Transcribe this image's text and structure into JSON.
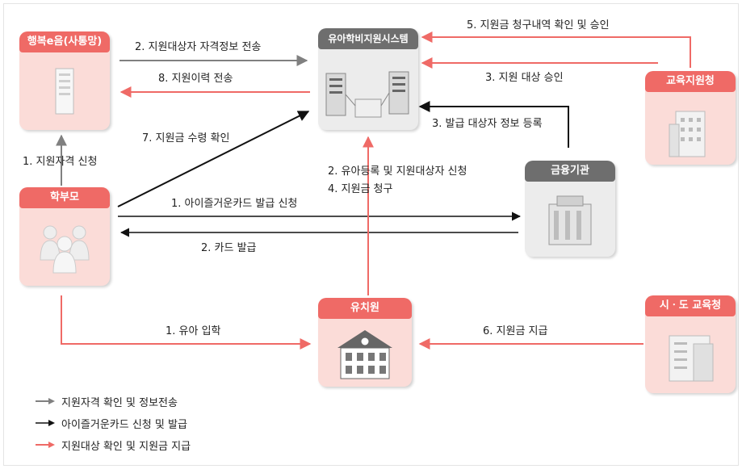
{
  "nodes": {
    "happy_eeum": "행복e음(사통망)",
    "system": "유아학비지원시스템",
    "edu_office": "교육지원청",
    "parent": "학부모",
    "bank": "금융기관",
    "kindergarten": "유치원",
    "city_edu": "시ㆍ도 교육청"
  },
  "flows": {
    "f_eligibility_send": "2. 지원대상자 자격정보 전송",
    "f_history_send": "8. 지원이력 전송",
    "f_claim_approve": "5. 지원금 청구내역 확인 및 승인",
    "f_target_approve": "3. 지원 대상 승인",
    "f_issuer_register": "3. 발급 대상자 정보 등록",
    "f_receipt_confirm": "7. 지원금 수령 확인",
    "f_apply_eligibility": "1. 지원자격 신청",
    "f_enroll_apply": "2. 유아등록 및 지원대상자 신청",
    "f_claim": "4. 지원금 청구",
    "f_card_apply": "1. 아이즐거운카드 발급 신청",
    "f_card_issue": "2. 카드 발급",
    "f_admission": "1. 유아 입학",
    "f_payment": "6. 지원금 지급"
  },
  "legend": [
    {
      "label": "지원자격 확인 및 정보전송",
      "color": "#808080"
    },
    {
      "label": "아이즐거운카드 신청 및 발급",
      "color": "#111111"
    },
    {
      "label": "지원대상 확인 및 지원금 지급",
      "color": "#ef6a66"
    }
  ]
}
